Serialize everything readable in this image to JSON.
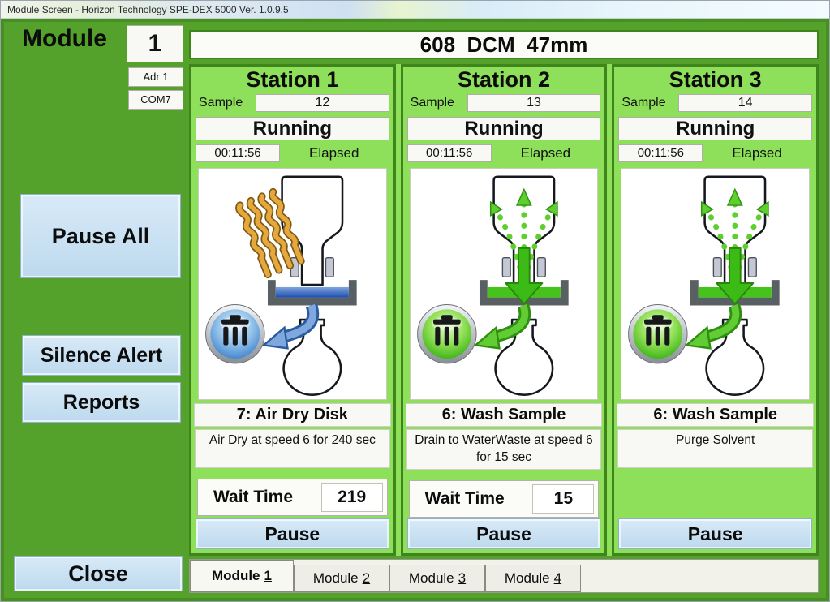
{
  "titlebar": {
    "title": "Module Screen - Horizon Technology SPE-DEX 5000 Ver. 1.0.9.5"
  },
  "module_panel": {
    "label": "Module",
    "number": "1",
    "adr": "Adr 1",
    "com": "COM7"
  },
  "method_header": "608_DCM_47mm",
  "sidebar": {
    "pause_all": "Pause All",
    "silence_alert": "Silence Alert",
    "reports": "Reports",
    "close": "Close"
  },
  "stations": [
    {
      "title": "Station 1",
      "sample_label": "Sample",
      "sample_value": "12",
      "status": "Running",
      "elapsed_value": "00:11:56",
      "elapsed_label": "Elapsed",
      "step_title": "7: Air Dry Disk",
      "step_description": "Air Dry at speed 6 for 240 sec",
      "wait_label": "Wait Time",
      "wait_value": "219",
      "pause_label": "Pause",
      "diagram": "air-dry-to-waste-blue"
    },
    {
      "title": "Station 2",
      "sample_label": "Sample",
      "sample_value": "13",
      "status": "Running",
      "elapsed_value": "00:11:56",
      "elapsed_label": "Elapsed",
      "step_title": "6: Wash Sample",
      "step_description": "Drain to WaterWaste at speed 6 for 15 sec",
      "wait_label": "Wait Time",
      "wait_value": "15",
      "pause_label": "Pause",
      "diagram": "solvent-wash-to-waste-green"
    },
    {
      "title": "Station 3",
      "sample_label": "Sample",
      "sample_value": "14",
      "status": "Running",
      "elapsed_value": "00:11:56",
      "elapsed_label": "Elapsed",
      "step_title": "6: Wash Sample",
      "step_description": "Purge Solvent",
      "pause_label": "Pause",
      "diagram": "solvent-wash-to-waste-green"
    }
  ],
  "tabs": [
    {
      "prefix": "Module",
      "digit": "1",
      "active": true
    },
    {
      "prefix": "Module",
      "digit": "2",
      "active": false
    },
    {
      "prefix": "Module",
      "digit": "3",
      "active": false
    },
    {
      "prefix": "Module",
      "digit": "4",
      "active": false
    }
  ],
  "icons": {
    "waste_button": "trash-icon",
    "heat": "heat-waves-icon",
    "spray": "solvent-spray-icon",
    "drain": "drain-arrow-icon",
    "waste_transfer": "waste-arrow-icon",
    "bottle": "extraction-bottle-icon",
    "flask": "collection-flask-icon"
  },
  "colors": {
    "main_green": "#54a22c",
    "light_green": "#8ee05a",
    "dark_green_border": "#3e861b",
    "button_blue": "#c9def1",
    "liquid_blue": "#2b5cb4",
    "active_green": "#46c21c",
    "heat_orange": "#e2a238"
  }
}
